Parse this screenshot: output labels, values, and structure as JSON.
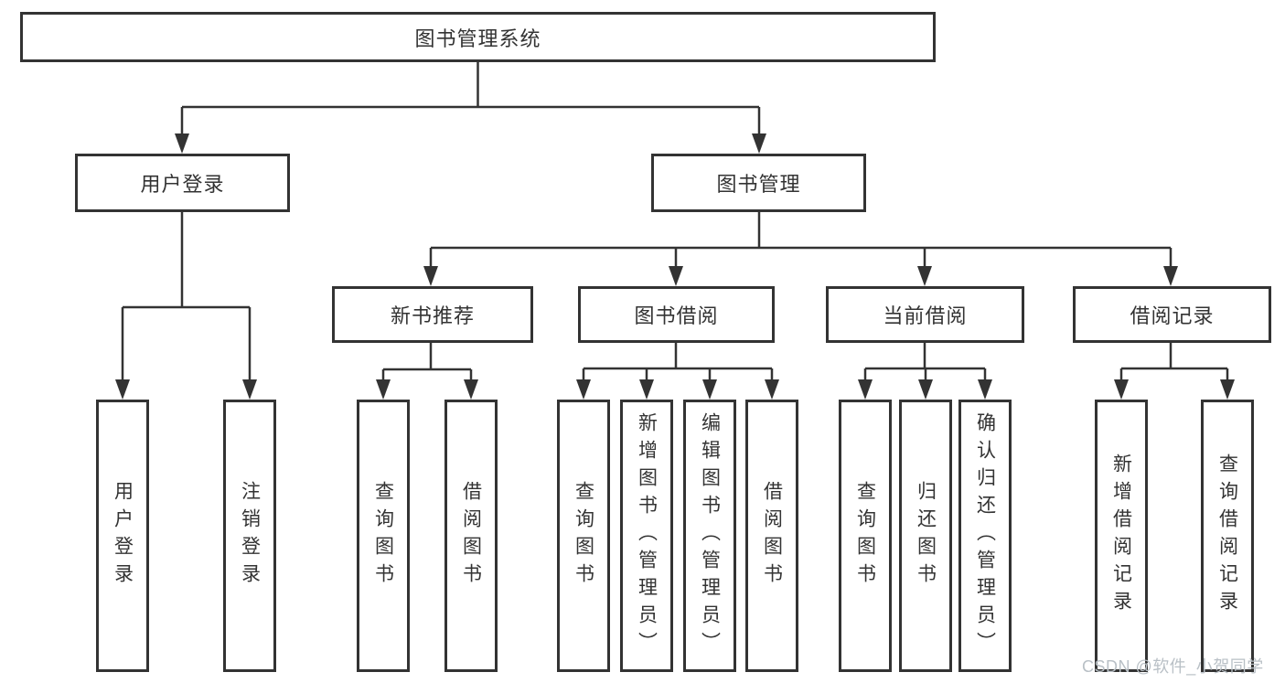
{
  "diagram": {
    "root": {
      "label": "图书管理系统"
    },
    "branches": [
      {
        "label": "用户登录",
        "children": [
          {
            "label": "用户登录"
          },
          {
            "label": "注销登录"
          }
        ]
      },
      {
        "label": "图书管理",
        "children": [
          {
            "label": "新书推荐",
            "children": [
              {
                "label": "查询图书"
              },
              {
                "label": "借阅图书"
              }
            ]
          },
          {
            "label": "图书借阅",
            "children": [
              {
                "label": "查询图书"
              },
              {
                "label": "新增图书（管理员）"
              },
              {
                "label": "编辑图书（管理员）"
              },
              {
                "label": "借阅图书"
              }
            ]
          },
          {
            "label": "当前借阅",
            "children": [
              {
                "label": "查询图书"
              },
              {
                "label": "归还图书"
              },
              {
                "label": "确认归还（管理员）"
              }
            ]
          },
          {
            "label": "借阅记录",
            "children": [
              {
                "label": "新增借阅记录"
              },
              {
                "label": "查询借阅记录"
              }
            ]
          }
        ]
      }
    ],
    "watermark": "CSDN @软件_小贺同学"
  },
  "colors": {
    "line": "#333333",
    "text": "#333333",
    "watermark": "#b9c0c6",
    "background": "#ffffff"
  }
}
